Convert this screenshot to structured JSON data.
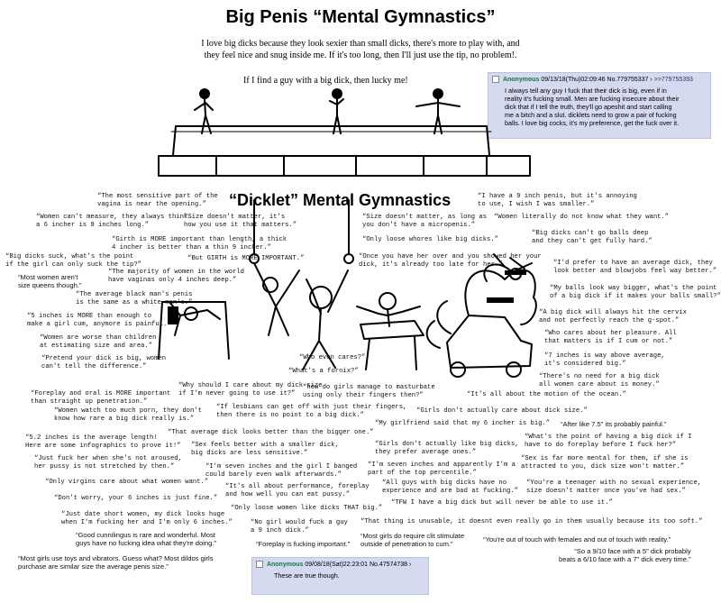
{
  "title": "Big Penis “Mental Gymnastics”",
  "intro": "I love big dicks because they look sexier than small dicks, there's more to play with, and\nthey feel nice and snug inside me. If it's too long, then I'll just use the tip, no problem!.",
  "lucky": "If I find a guy with a big dick, then lucky me!",
  "subtitle": "“Dicklet” Mental Gymnastics",
  "post_top": {
    "name": "Anonymous",
    "meta": "09/13/18(Thu)02:09:46 No.779755337",
    "arrow": "›",
    "link": ">>779755393",
    "body": "I always tell any guy I fuck that their dick is big, even if in\nreality it's fucking small. Men are fucking insecure about their\ndick that if I tell the truth, they'll go apeshit and start calling\nme a bitch and a slut. dicklets need to grow a pair of fucking\nballs. I love big cocks, it's my preference, get the fuck over it."
  },
  "post_bottom": {
    "name": "Anonymous",
    "meta": "09/08/18(Sat)22:23:01 No.47574738",
    "arrow": "›",
    "body": "These are true though."
  },
  "quotes": [
    "“The most sensitive part of the\nvagina is near the opening.”",
    "“Women can't measure, they always think\na 6 incher is 9 inches long.”",
    "“Size doesn't matter, it's\nhow you use it that matters.”",
    "“Girth is MORE important than length, a thick\n4 incher is better than a thin 9 incher.”",
    "“Big dicks suck, what's the point\nif the girl can only suck the tip?”",
    "“But GIRTH is MORE IMPORTANT.”",
    "“Most women aren't\nsize queens though.”",
    "“The majority of women in the world\nhave vaginas only 4 inches deep.”",
    "“The average black man's penis\nis the same as a white man's.”",
    "“5 inches is MORE than enough to\nmake a girl cum, anymore is painful.”",
    "“Women are worse than children\nat estimating size and area.”",
    "“Pretend your dick is big, women\ncan't tell the difference.”",
    "“Who even cares?”",
    "“What's a fornix?”",
    "“Why should I care about my dick size\nif I'm never going to use it?”",
    "“Foreplay and oral is MORE important\nthan straight up penetration.”",
    "“Women watch too much porn, they don't\nknow how rare a big dick really is.”",
    "“If lesbians can get off with just their fingers,\nthen there is no point to a big dick.”",
    "“how do girls manage to masturbate\nusing only their fingers then?”",
    "“That average dick looks better than the bigger one.”",
    "“5.2 inches is the average length!\nHere are some infographics to prove it!”",
    "“Sex feels better with a smaller dick,\nbig dicks are less sensitive.”",
    "“Just fuck her when she's not aroused,\nher pussy is not stretched by then.”",
    "“I'm seven inches and the girl I banged\ncould barely even walk afterwards.”",
    "“Only virgins care about what women want.”",
    "“It's all about performance, foreplay\nand how well you can eat pussy.”",
    "“Don't worry, your 6 inches is just fine.”",
    "“Only loose women like dicks THAT big.”",
    "“Just date short women, my dick looks huge\nwhen I'm fucking her and I'm only 6 inches.”",
    "“No girl would fuck a guy\na 9 inch dick.”",
    "“Good cunnilingus is rare and wonderful. Most\nguys have no fucking idea what they're doing.”",
    "“Foreplay is fucking important.”",
    "“Most girls use toys and vibrators. Guess what? Most dildos girls\npurchase are similar size the average penis size.”",
    "“I have a 9 inch penis, but it's annoying\nto use, I wish I was smaller.”",
    "“Size doesn't matter, as long as\nyou don't have a micropenis.”",
    "“Women literally do not know what they want.”",
    "“Big dicks can't go balls deep\nand they can't get fully hard.”",
    "“Only loose whores like big dicks.”",
    "“Once you have her over and you showed her your\ndick, it's already too late for her.”",
    "“I'd prefer to have an average dick, they\nlook better and blowjobs feel way better.”",
    "“My balls look way bigger, what's the point\nof a big dick if it makes your balls small?”",
    "“A big dick will always hit the cervix\nand not perfectly reach the g-spot.”",
    "“Who cares about her pleasure. All\nthat matters is if I cum or not.”",
    "“7 inches is way above average,\nit's considered big.”",
    "“There's no need for a big dick\nall women care about is money.”",
    "“It's all about the motion of the ocean.”",
    "“Girls don't actually care about dick size.”",
    "“My girlfriend said that my 6 incher is big.”",
    "“After like 7.5\" its probably painful.”",
    "“What's the point of having a big dick if I\nhave to do foreplay before I fuck her?”",
    "“Girls don't actually like big dicks,\nthey prefer average ones.”",
    "“Sex is far more mental for them, if she is\nattracted to you, dick size won't matter.”",
    "“I'm seven inches and apparently I'm a\npart of the top percentile.”",
    "“All guys with big dicks have no\nexperience and are bad at fucking.”",
    "“You're a teenager with no sexual experience,\nsize doesn't matter once you've had sex.”",
    "“TFW I have a big dick but will never be able to use it.”",
    "“That thing is unusable, it doesnt even really go in them usually because its too soft.”",
    "“Most girls do require clit stimulate\noutside of penetration to cum.”",
    "“You're out of touch with females and out of touch with reality.”",
    "“So a 9/10 face with a 5\" dick probably\nbeats a 6/10 face with a 7\" dick every time.”"
  ]
}
